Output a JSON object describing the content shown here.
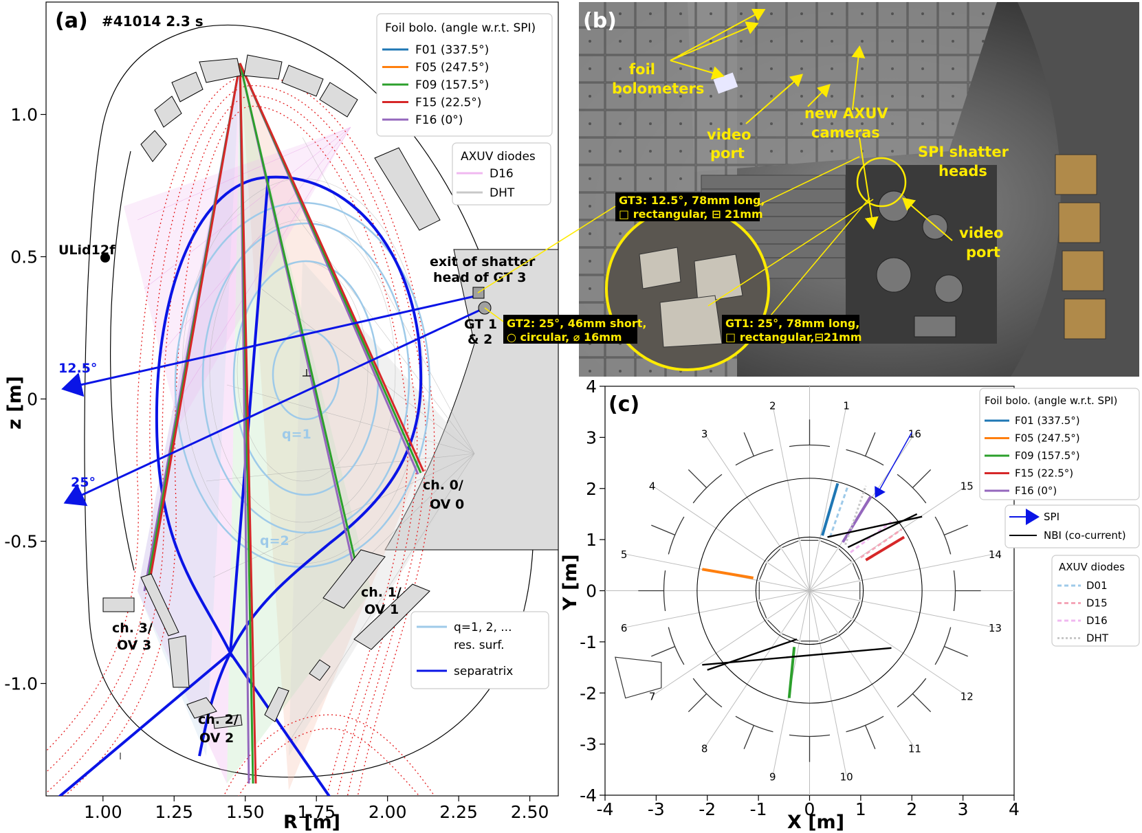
{
  "panel_a": {
    "label": "(a)",
    "shot": "#41014 2.3 s",
    "xlabel": "R [m]",
    "ylabel": "z [m]",
    "xticks": [
      "1.00",
      "1.25",
      "1.50",
      "1.75",
      "2.00",
      "2.25",
      "2.50"
    ],
    "yticks": [
      "1.0",
      "0.5",
      "0",
      "-0.5",
      "-1.0"
    ],
    "legend_foil": {
      "title": "Foil bolo. (angle w.r.t. SPI)",
      "entries": [
        {
          "label": "F01 (337.5°)",
          "color": "#1f77b4"
        },
        {
          "label": "F05 (247.5°)",
          "color": "#ff7f0e"
        },
        {
          "label": "F09 (157.5°)",
          "color": "#2ca02c"
        },
        {
          "label": "F15 (22.5°)",
          "color": "#d62728"
        },
        {
          "label": "F16 (0°)",
          "color": "#9467bd"
        }
      ]
    },
    "legend_axuv": {
      "title": "AXUV diodes",
      "entries": [
        {
          "label": "D16",
          "color": "#f0b8f0"
        },
        {
          "label": "DHT",
          "color": "#c8c8c8"
        }
      ]
    },
    "legend_surf": {
      "entries": [
        {
          "label": "q=1, 2, ...",
          "color": "#9ecae9"
        },
        {
          "label": "res. surf.",
          "color": ""
        },
        {
          "label": "separatrix",
          "color": "#0a14e6"
        }
      ]
    },
    "annotations": {
      "ulid": "ULid12f",
      "exit1": "exit of shatter",
      "exit2": "head of GT 3",
      "gt12a": "GT 1",
      "gt12b": "& 2",
      "angle1": "12.5°",
      "angle2": "25°",
      "q1": "q=1",
      "q2": "q=2",
      "ch0a": "ch. 0/",
      "ch0b": "OV 0",
      "ch1a": "ch. 1/",
      "ch1b": "OV 1",
      "ch2a": "ch. 2/",
      "ch2b": "OV 2",
      "ch3a": "ch. 3/",
      "ch3b": "OV 3"
    }
  },
  "panel_b": {
    "label": "(b)",
    "labels": {
      "foil1": "foil",
      "foil2": "bolometers",
      "video1a": "video",
      "video1b": "port",
      "axuv1": "new AXUV",
      "axuv2": "cameras",
      "spi1": "SPI shatter",
      "spi2": "heads",
      "video2a": "video",
      "video2b": "port"
    },
    "boxes": {
      "gt3a": "GT3:  12.5°, 78mm long,",
      "gt3b": "□ rectangular, ⊟ 21mm",
      "gt2a": "GT2:  25°, 46mm short,",
      "gt2b": "○ circular, ⌀ 16mm",
      "gt1a": "GT1:  25°, 78mm long,",
      "gt1b": "□ rectangular,⊟21mm"
    }
  },
  "panel_c": {
    "label": "(c)",
    "xlabel": "X [m]",
    "ylabel": "Y [m]",
    "xticks": [
      "-4",
      "-3",
      "-2",
      "-1",
      "0",
      "1",
      "2",
      "3",
      "4"
    ],
    "yticks": [
      "4",
      "3",
      "2",
      "1",
      "0",
      "-1",
      "-2",
      "-3",
      "-4"
    ],
    "sectors": [
      "1",
      "2",
      "3",
      "4",
      "5",
      "6",
      "7",
      "8",
      "9",
      "10",
      "11",
      "12",
      "13",
      "14",
      "15",
      "16"
    ],
    "legend_foil": {
      "title": "Foil bolo. (angle w.r.t. SPI)",
      "entries": [
        {
          "label": "F01 (337.5°)",
          "color": "#1f77b4"
        },
        {
          "label": "F05 (247.5°)",
          "color": "#ff7f0e"
        },
        {
          "label": "F09 (157.5°)",
          "color": "#2ca02c"
        },
        {
          "label": "F15 (22.5°)",
          "color": "#d62728"
        },
        {
          "label": "F16 (0°)",
          "color": "#9467bd"
        }
      ]
    },
    "legend_spi": {
      "entries": [
        {
          "label": "SPI",
          "color": "#0a14e6"
        },
        {
          "label": "NBI (co-current)",
          "color": "#000000"
        }
      ]
    },
    "legend_axuv": {
      "title": "AXUV diodes",
      "entries": [
        {
          "label": "D01",
          "color": "#9ecae9"
        },
        {
          "label": "D15",
          "color": "#f4a6b8"
        },
        {
          "label": "D16",
          "color": "#f0b8f0"
        },
        {
          "label": "DHT",
          "color": "#c8c8c8"
        }
      ]
    }
  }
}
